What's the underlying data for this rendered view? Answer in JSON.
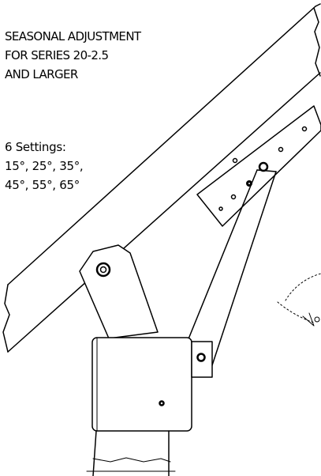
{
  "title_lines": [
    "SEASONAL ADJUSTMENT",
    "FOR SERIES 20-2.5",
    "AND LARGER"
  ],
  "settings": {
    "heading": "6 Settings:",
    "line1": "15°, 25°, 35°,",
    "line2": "45°, 55°, 65°"
  },
  "colors": {
    "ink": "#000000",
    "background": "#ffffff"
  }
}
